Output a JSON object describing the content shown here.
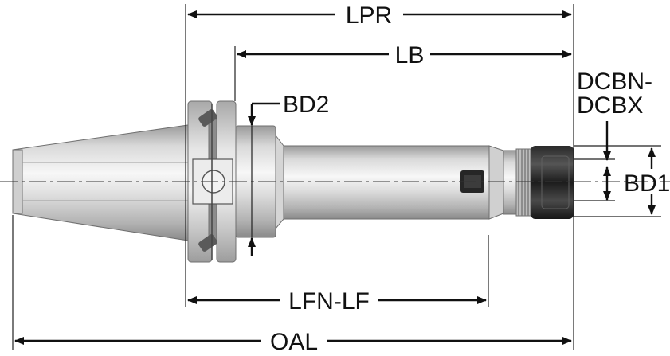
{
  "diagram": {
    "labels": {
      "lpr": "LPR",
      "lb": "LB",
      "bd2": "BD2",
      "dcbn_line1": "DCBN-",
      "dcbn_line2": "DCBX",
      "bd1": "BD1",
      "lfn_lf": "LFN-LF",
      "oal": "OAL"
    },
    "colors": {
      "dimension": "#111111",
      "body_light": "#e9e9e9",
      "body_mid": "#c4c4c4",
      "body_dark": "#8e8e8e",
      "nut": "#1a1a1a"
    }
  }
}
